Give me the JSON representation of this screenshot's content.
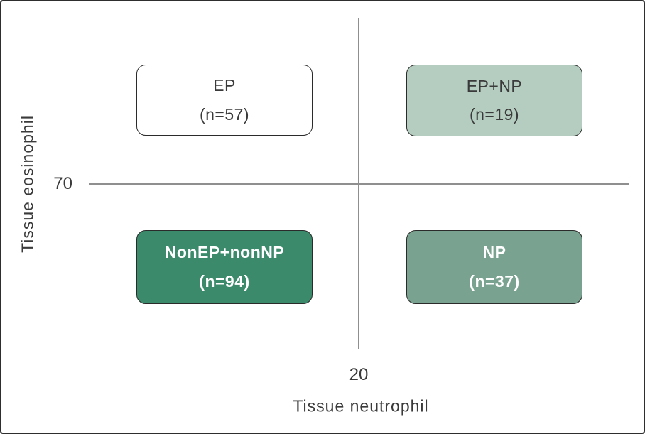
{
  "figure": {
    "y_axis": {
      "label": "Tissue eosinophil",
      "threshold": "70"
    },
    "x_axis": {
      "label": "Tissue neutrophil",
      "threshold": "20"
    },
    "quadrants": {
      "top_left": {
        "label": "EP",
        "count": "(n=57)"
      },
      "top_right": {
        "label": "EP+NP",
        "count": "(n=19)"
      },
      "bottom_left": {
        "label": "NonEP+nonNP",
        "count": "(n=94)"
      },
      "bottom_right": {
        "label": "NP",
        "count": "(n=37)"
      }
    },
    "colors": {
      "top_left_fill": "#ffffff",
      "top_right_fill": "#b5cdc1",
      "bottom_left_fill": "#3a8a6b",
      "bottom_right_fill": "#79a390",
      "box_border": "#2b2b2b",
      "axis_line": "#8f8f8f",
      "dark_text": "#3a3a3a",
      "light_text": "#ffffff"
    }
  }
}
